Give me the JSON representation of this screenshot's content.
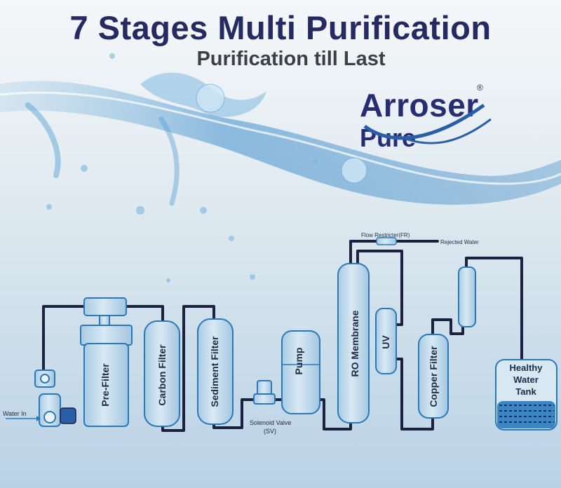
{
  "header": {
    "title": "7 Stages Multi Purification",
    "subtitle": "Purification till Last"
  },
  "brand": {
    "word1": "Arroser",
    "word2": "Pure",
    "mark": "®"
  },
  "labels": {
    "water_in": "Water In",
    "pre_filter": "Pre-Filter",
    "carbon_filter": "Carbon Filter",
    "sediment_filter": "Sediment Filter",
    "pump": "Pump",
    "solenoid_valve": "Solenoid Valve",
    "solenoid_abbr": "(SV)",
    "ro_membrane": "RO Membrane",
    "uv": "UV",
    "copper_filter": "Copper Filter",
    "flow_restricter": "Flow Restricter(FR)",
    "rejected_water": "Rejected Water",
    "tank_line1": "Healthy",
    "tank_line2": "Water",
    "tank_line3": "Tank"
  },
  "colors": {
    "title": "#262a63",
    "pipe": "#1c2140",
    "unit_fill": "#c6ddec",
    "unit_stroke": "#2b78b8",
    "water": "#5fa8d8"
  }
}
